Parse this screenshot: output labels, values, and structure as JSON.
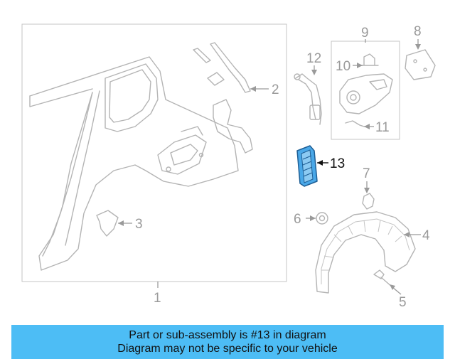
{
  "callouts": {
    "c1": "1",
    "c2": "2",
    "c3": "3",
    "c4": "4",
    "c5": "5",
    "c6": "6",
    "c7": "7",
    "c8": "8",
    "c9": "9",
    "c10": "10",
    "c11": "11",
    "c12": "12",
    "c13": "13"
  },
  "highlighted_part": "13",
  "colors": {
    "highlight": "#4aa8e8",
    "banner": "#4dbdf5",
    "line": "#b4b4b4"
  },
  "banner": {
    "line1": "Part or sub-assembly is #13 in diagram",
    "line2": "Diagram may not be specific to your vehicle"
  }
}
